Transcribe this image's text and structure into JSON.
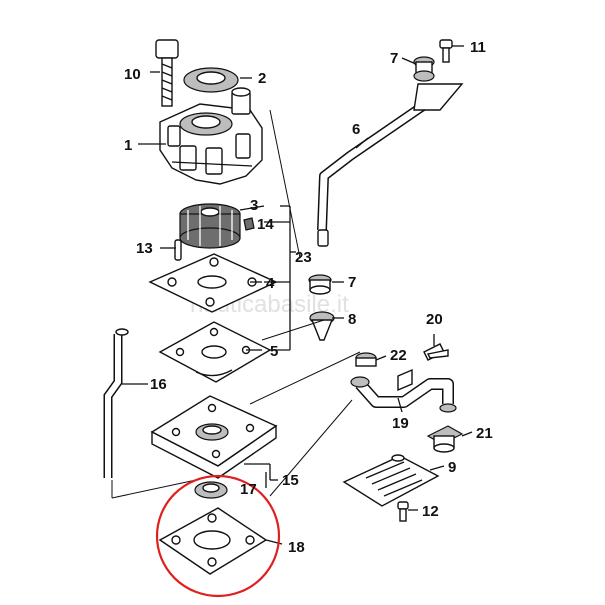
{
  "watermark": "nauticabasile.it",
  "highlight_color": "#e02020",
  "labels": {
    "p1": "1",
    "p2": "2",
    "p3": "3",
    "p4": "4",
    "p5": "5",
    "p6": "6",
    "p7a": "7",
    "p7b": "7",
    "p8": "8",
    "p9": "9",
    "p10": "10",
    "p11": "11",
    "p12": "12",
    "p13": "13",
    "p14": "14",
    "p15": "15",
    "p16": "16",
    "p17": "17",
    "p18": "18",
    "p19": "19",
    "p20": "20",
    "p21": "21",
    "p22": "22",
    "p23": "23"
  }
}
